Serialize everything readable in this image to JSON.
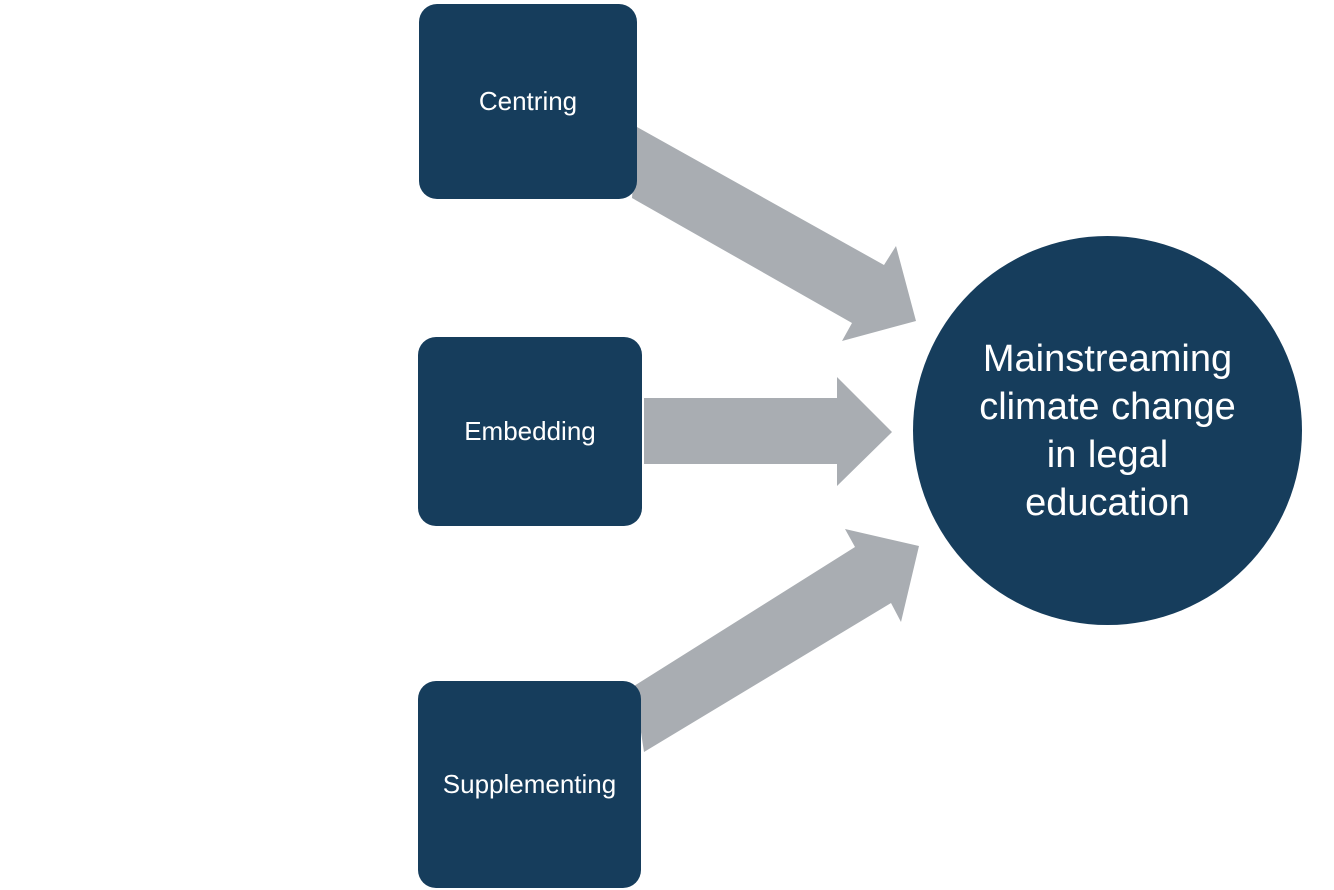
{
  "diagram": {
    "sources": [
      {
        "id": "centring",
        "label": "Centring"
      },
      {
        "id": "embedding",
        "label": "Embedding"
      },
      {
        "id": "supplementing",
        "label": "Supplementing"
      }
    ],
    "target": {
      "label": "Mainstreaming climate change in legal education"
    },
    "colors": {
      "node_fill": "#163d5c",
      "node_text": "#ffffff",
      "arrow_fill": "#a9adb2",
      "background": "#ffffff"
    }
  }
}
